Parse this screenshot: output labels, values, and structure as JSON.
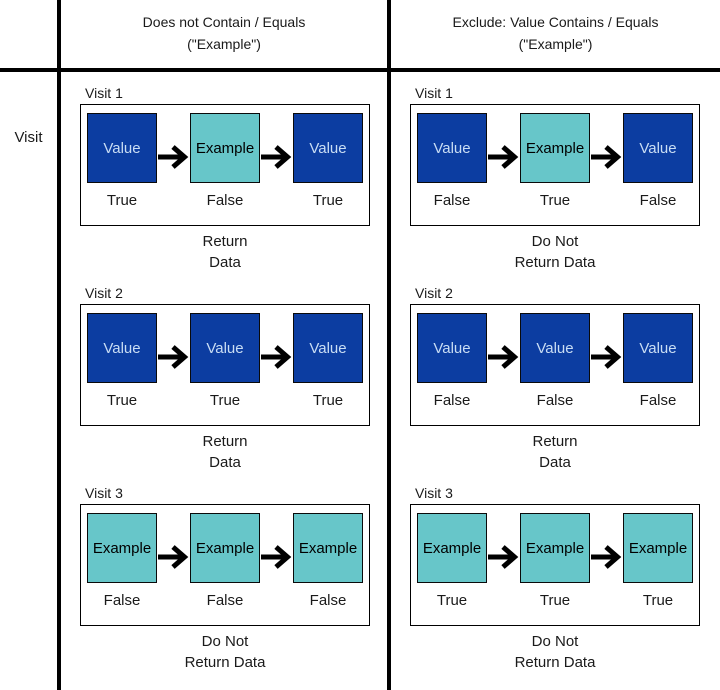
{
  "header": {
    "left": {
      "line1": "Does not Contain / Equals",
      "line2": "(\"Example\")"
    },
    "right": {
      "line1": "Exclude: Value Contains / Equals",
      "line2": "(\"Example\")"
    }
  },
  "row_label": "Visit",
  "colors": {
    "value_fill": "#0C3DA1",
    "value_text": "#C9DDF4",
    "example_fill": "#67C6C9",
    "example_text": "#000000",
    "line_color": "#000000"
  },
  "columns": [
    {
      "name": "does-not-contain-equals",
      "visits": [
        {
          "title": "Visit 1",
          "nodes": [
            {
              "type": "value",
              "label": "Value",
              "result": "True"
            },
            {
              "type": "example",
              "label": "Example",
              "result": "False"
            },
            {
              "type": "value",
              "label": "Value",
              "result": "True"
            }
          ],
          "caption": [
            "Return",
            "Data"
          ]
        },
        {
          "title": "Visit 2",
          "nodes": [
            {
              "type": "value",
              "label": "Value",
              "result": "True"
            },
            {
              "type": "value",
              "label": "Value",
              "result": "True"
            },
            {
              "type": "value",
              "label": "Value",
              "result": "True"
            }
          ],
          "caption": [
            "Return",
            "Data"
          ]
        },
        {
          "title": "Visit 3",
          "nodes": [
            {
              "type": "example",
              "label": "Example",
              "result": "False"
            },
            {
              "type": "example",
              "label": "Example",
              "result": "False"
            },
            {
              "type": "example",
              "label": "Example",
              "result": "False"
            }
          ],
          "caption": [
            "Do Not",
            "Return Data"
          ]
        }
      ]
    },
    {
      "name": "exclude-value-contains-equals",
      "visits": [
        {
          "title": "Visit 1",
          "nodes": [
            {
              "type": "value",
              "label": "Value",
              "result": "False"
            },
            {
              "type": "example",
              "label": "Example",
              "result": "True"
            },
            {
              "type": "value",
              "label": "Value",
              "result": "False"
            }
          ],
          "caption": [
            "Do Not",
            "Return Data"
          ]
        },
        {
          "title": "Visit 2",
          "nodes": [
            {
              "type": "value",
              "label": "Value",
              "result": "False"
            },
            {
              "type": "value",
              "label": "Value",
              "result": "False"
            },
            {
              "type": "value",
              "label": "Value",
              "result": "False"
            }
          ],
          "caption": [
            "Return",
            "Data"
          ]
        },
        {
          "title": "Visit 3",
          "nodes": [
            {
              "type": "example",
              "label": "Example",
              "result": "True"
            },
            {
              "type": "example",
              "label": "Example",
              "result": "True"
            },
            {
              "type": "example",
              "label": "Example",
              "result": "True"
            }
          ],
          "caption": [
            "Do Not",
            "Return Data"
          ]
        }
      ]
    }
  ]
}
